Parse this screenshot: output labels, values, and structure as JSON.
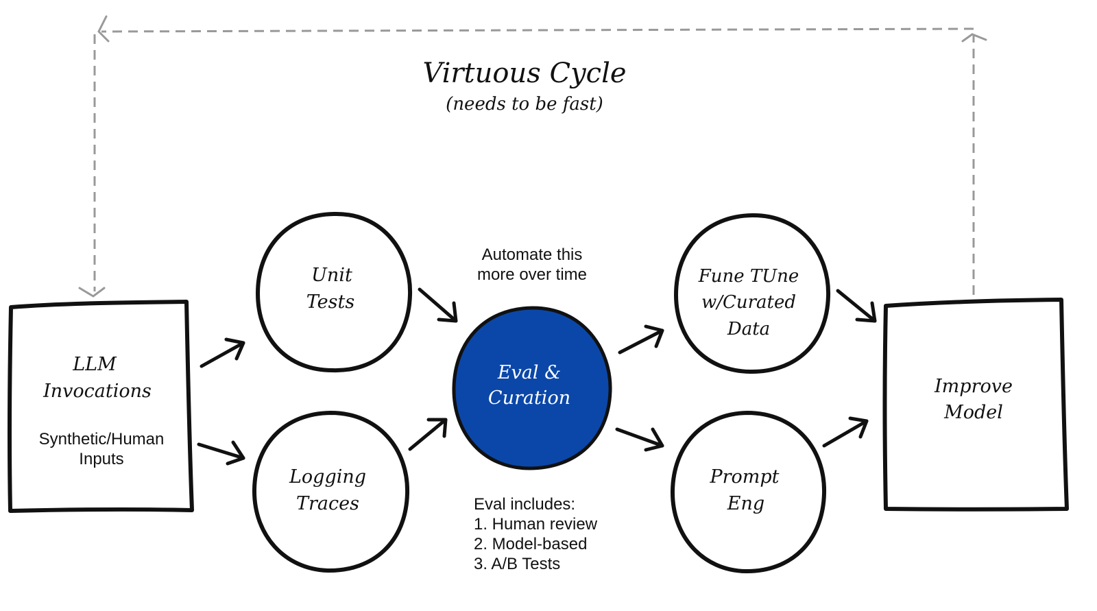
{
  "title": "Virtuous Cycle",
  "subtitle": "(needs to be fast)",
  "nodes": {
    "llm": {
      "line1": "LLM",
      "line2": "Invocations",
      "sub1": "Synthetic/Human",
      "sub2": "Inputs"
    },
    "unit_tests": {
      "line1": "Unit",
      "line2": "Tests"
    },
    "logging": {
      "line1": "Logging",
      "line2": "Traces"
    },
    "eval": {
      "line1": "Eval &",
      "line2": "Curation"
    },
    "fine_tune": {
      "line1": "Fune TUne",
      "line2": "w/Curated",
      "line3": "Data"
    },
    "prompt": {
      "line1": "Prompt",
      "line2": "Eng"
    },
    "improve": {
      "line1": "Improve",
      "line2": "Model"
    }
  },
  "notes": {
    "automate": {
      "line1": "Automate this",
      "line2": "more over time"
    },
    "eval_includes": {
      "heading": "Eval includes:",
      "items": [
        "1. Human review",
        "2. Model-based",
        "3. A/B Tests"
      ]
    }
  },
  "colors": {
    "ink": "#111111",
    "eval_fill": "#0b47a8",
    "dashed": "#999999"
  }
}
